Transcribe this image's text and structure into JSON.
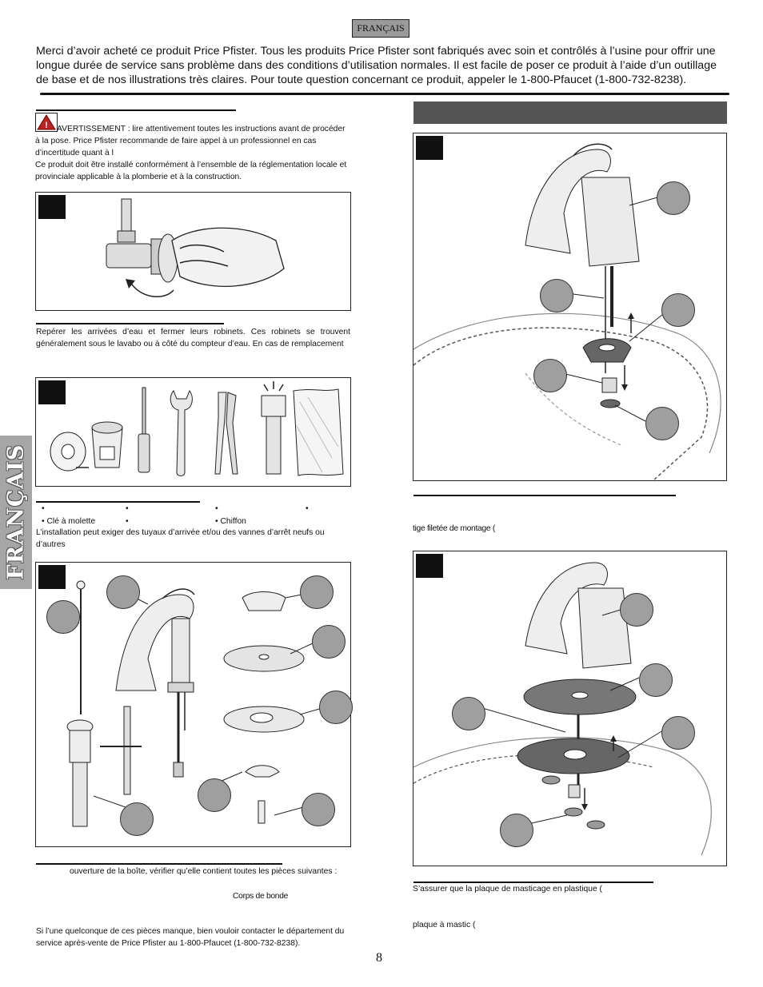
{
  "language_tag": "FRANÇAIS",
  "intro_text": "Merci d’avoir acheté ce produit Price Pfister. Tous les produits Price Pfister sont fabriqués avec soin et contrôlés à l’usine pour offrir une longue durée de service sans problème dans des conditions d’utilisation normales. Il est facile de poser ce produit à l’aide d’un outillage de base et de nos illustrations très claires. Pour toute question concernant ce produit, appeler le 1-800-Pfaucet (1-800-732-8238).",
  "warning": {
    "line1": "AVERTISSEMENT : lire attentivement toutes les instructions avant de procéder à la pose. Price Pfister recommande de faire appel à un professionnel en cas d’incertitude quant à l",
    "line2": "Ce produit doit être installé conformément à l’ensemble de la réglementation locale et provinciale applicable à la plomberie et à la construction."
  },
  "water_supply_text": "Repérer les arrivées d’eau et fermer leurs robinets. Ces robinets se trouvent généralement sous le lavabo ou à côté du compteur d’eau. En cas de remplacement",
  "tools": {
    "bullets_row1": [
      "•",
      "•",
      "•",
      "•"
    ],
    "bullets_row2": [
      "• Clé à molette",
      "•",
      "• Chiffon"
    ],
    "note": "L’installation peut exiger des tuyaux d’arrivée et/ou des vannes d’arrêt neufs ou d’autres"
  },
  "parts": {
    "intro": "ouverture de la boîte, vérifier qu’elle contient toutes les pièces suivantes :",
    "drain_body": "Corps de bonde",
    "missing": "Si l’une quelconque de ces pièces manque, bien vouloir contacter le département du service après-vente de Price Pfister au 1-800-Pfaucet (1-800-732-8238)."
  },
  "right_column": {
    "mounting_text": "tige filetée de montage (",
    "gasket_text": "S’assurer que la plaque de masticage en plastique (",
    "putty_text": "plaque à mastic ("
  },
  "side_tab_label": "FRANÇAIS",
  "page_number": "8"
}
